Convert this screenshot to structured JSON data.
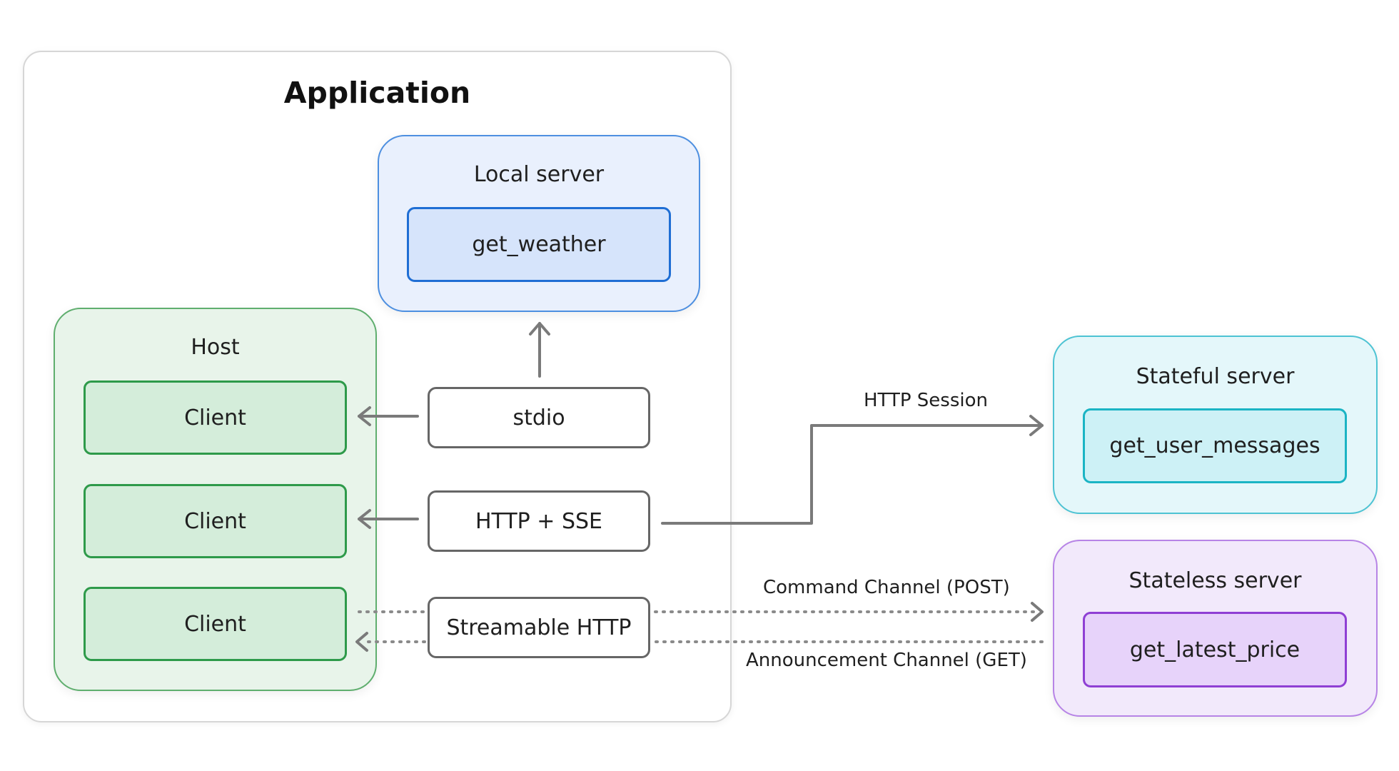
{
  "application": {
    "title": "Application"
  },
  "local_server": {
    "label": "Local server",
    "tool": "get_weather"
  },
  "host": {
    "label": "Host",
    "clients": [
      "Client",
      "Client",
      "Client"
    ]
  },
  "transports": {
    "stdio": "stdio",
    "http_sse": "HTTP + SSE",
    "streamable": "Streamable HTTP"
  },
  "stateful_server": {
    "label": "Stateful server",
    "tool": "get_user_messages"
  },
  "stateless_server": {
    "label": "Stateless server",
    "tool": "get_latest_price"
  },
  "edges": {
    "http_session": "HTTP Session",
    "command_channel": "Command Channel (POST)",
    "announcement_channel": "Announcement Channel (GET)"
  },
  "colors": {
    "local": "#1f6ed4",
    "host": "#2e9a4a",
    "stateful": "#1bb4c4",
    "stateless": "#8f3fd4",
    "connector": "#7a7a7a"
  }
}
